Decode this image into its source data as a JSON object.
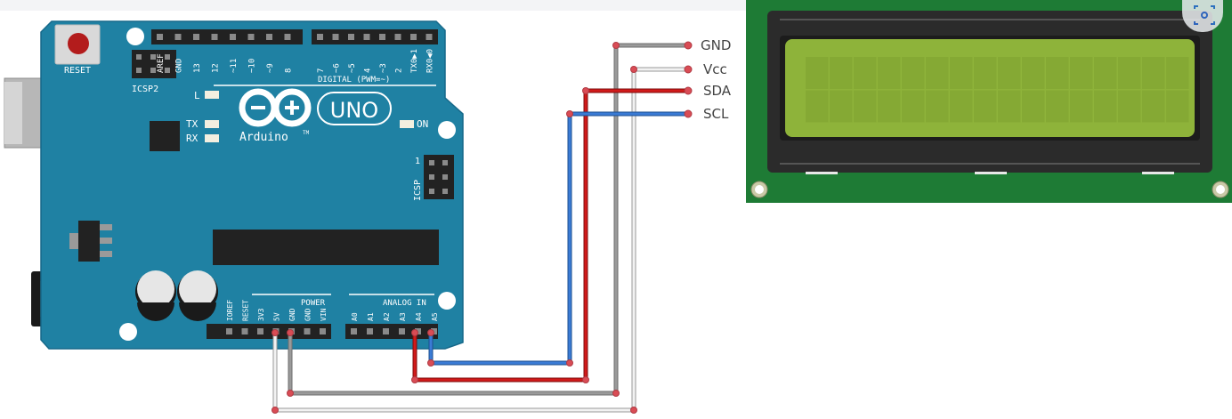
{
  "board": {
    "reset_label": "RESET",
    "icsp2_label": "ICSP2",
    "icsp_label": "ICSP",
    "icsp_pin1": "1",
    "l_label": "L",
    "tx_label": "TX",
    "rx_label": "RX",
    "on_label": "ON",
    "uno_label": "UNO",
    "brand": "Arduino",
    "tm": "TM",
    "digital_label": "DIGITAL (PWM=~)",
    "digital_pins": [
      "AREF",
      "GND",
      "13",
      "12",
      "~11",
      "~10",
      "~9",
      "8",
      "7",
      "~6",
      "~5",
      "4",
      "~3",
      "2",
      "TX0▶1",
      "RX0◀0"
    ],
    "power_label": "POWER",
    "power_pins": [
      "IOREF",
      "RESET",
      "3V3",
      "5V",
      "GND",
      "GND",
      "VIN"
    ],
    "analog_label": "ANALOG IN",
    "analog_pins": [
      "A0",
      "A1",
      "A2",
      "A3",
      "A4",
      "A5"
    ]
  },
  "wires": {
    "gnd": "GND",
    "vcc": "Vcc",
    "sda": "SDA",
    "scl": "SCL"
  },
  "colors": {
    "board": "#1f81a3",
    "lcd_screen": "#8eb33a",
    "lcd_pcb": "#1e7b35",
    "wire_gnd": "#8a8a8a",
    "wire_vcc": "#f0f0f0",
    "wire_sda": "#d11a1a",
    "wire_scl": "#3a7bd5"
  },
  "lcd": {
    "cols": 16,
    "rows": 2
  },
  "icons": {
    "corner_button": "scan-icon"
  }
}
